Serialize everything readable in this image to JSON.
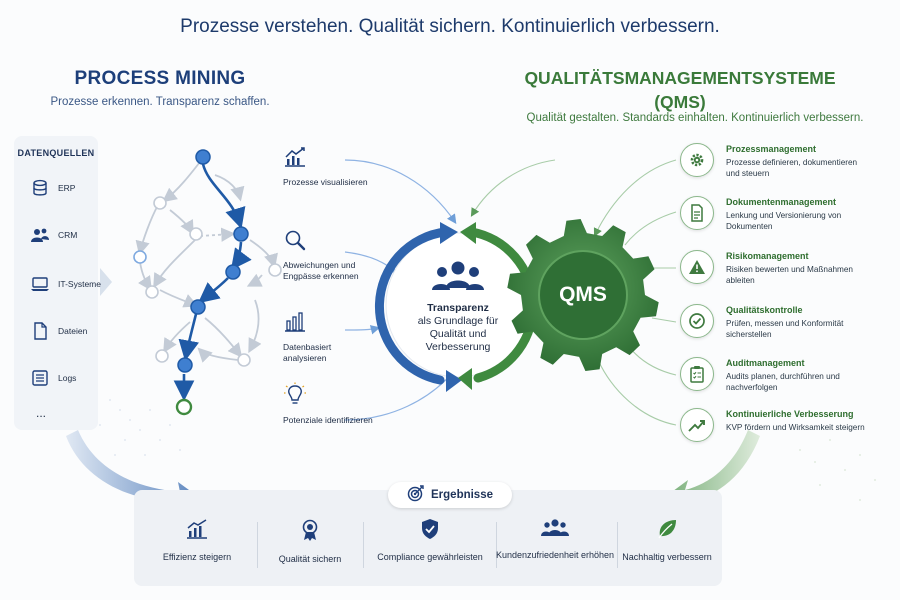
{
  "tagline": "Prozesse verstehen. Qualität sichern. Kontinuierlich verbessern.",
  "process_mining": {
    "title": "PROCESS MINING",
    "subtitle": "Prozesse erkennen. Transparenz schaffen.",
    "sources_heading": "DATENQUELLEN",
    "sources": [
      {
        "label": "ERP",
        "icon": "database-icon"
      },
      {
        "label": "CRM",
        "icon": "users-icon"
      },
      {
        "label": "IT-Systeme",
        "icon": "laptop-icon"
      },
      {
        "label": "Dateien",
        "icon": "file-icon"
      },
      {
        "label": "Logs",
        "icon": "list-icon"
      }
    ],
    "sources_more": "...",
    "features": [
      {
        "label": "Prozesse visualisieren",
        "icon": "chart-trend-icon"
      },
      {
        "label": "Abweichungen und Engpässe erkennen",
        "icon": "magnifier-icon"
      },
      {
        "label": "Datenbasiert analysieren",
        "icon": "bar-chart-icon"
      },
      {
        "label": "Potenziale identifizieren",
        "icon": "lightbulb-icon"
      }
    ]
  },
  "center": {
    "title": "Transparenz",
    "text": "als Grundlage für Qualität und Verbesserung"
  },
  "qms": {
    "title_line1": "QUALITÄTSMANAGEMENTSYSTEME",
    "title_line2": "(QMS)",
    "subtitle": "Qualität gestalten. Standards einhalten. Kontinuierlich verbessern.",
    "gear_label": "QMS",
    "items": [
      {
        "title": "Prozessmanagement",
        "desc": "Prozesse definieren, dokumentieren und steuern",
        "icon": "gear-icon"
      },
      {
        "title": "Dokumentenmanagement",
        "desc": "Lenkung und Versionierung von Dokumenten",
        "icon": "document-icon"
      },
      {
        "title": "Risikomanagement",
        "desc": "Risiken bewerten und Maßnahmen ableiten",
        "icon": "warning-icon"
      },
      {
        "title": "Qualitätskontrolle",
        "desc": "Prüfen, messen und Konformität sicherstellen",
        "icon": "check-circle-icon"
      },
      {
        "title": "Auditmanagement",
        "desc": "Audits planen, durchführen und nachverfolgen",
        "icon": "clipboard-icon"
      },
      {
        "title": "Kontinuierliche Verbesserung",
        "desc": "KVP fördern und Wirksamkeit steigern",
        "icon": "trend-up-icon"
      }
    ]
  },
  "results": {
    "heading": "Ergebnisse",
    "items": [
      {
        "label": "Effizienz steigern",
        "icon": "chart-trend-icon"
      },
      {
        "label": "Qualität sichern",
        "icon": "award-icon"
      },
      {
        "label": "Compliance gewährleisten",
        "icon": "shield-check-icon"
      },
      {
        "label": "Kundenzufriedenheit erhöhen",
        "icon": "customers-icon"
      },
      {
        "label": "Nachhaltig verbessern",
        "icon": "leaf-icon"
      }
    ]
  },
  "colors": {
    "blue": "#1f5aa6",
    "green": "#3f8a3f",
    "navy": "#1d3a6b"
  }
}
